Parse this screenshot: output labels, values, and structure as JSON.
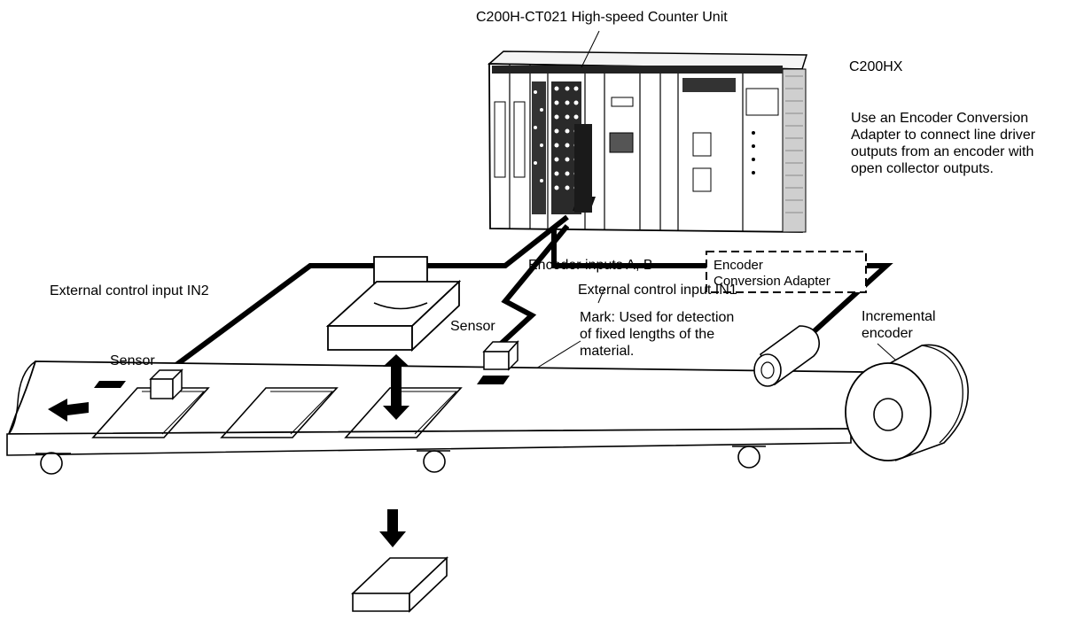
{
  "labels": {
    "counter_unit": "C200H-CT021 High-speed Counter Unit",
    "plc": "C200HX",
    "adapter_note_lines": [
      "Use an Encoder Conversion",
      "Adapter to connect line driver",
      "outputs from an encoder with",
      "open collector outputs."
    ],
    "adapter_box_lines": [
      "Encoder",
      "Conversion Adapter"
    ],
    "encoder_inputs": "Encoder inputs A, B",
    "ext_in2": "External control input IN2",
    "ext_in1": "External control input IN1",
    "mark_lines": [
      "Mark: Used for detection",
      "of fixed lengths of the",
      "material."
    ],
    "sensor_right": "Sensor",
    "sensor_left": "Sensor",
    "encoder_lines": [
      "Incremental",
      "encoder"
    ]
  }
}
